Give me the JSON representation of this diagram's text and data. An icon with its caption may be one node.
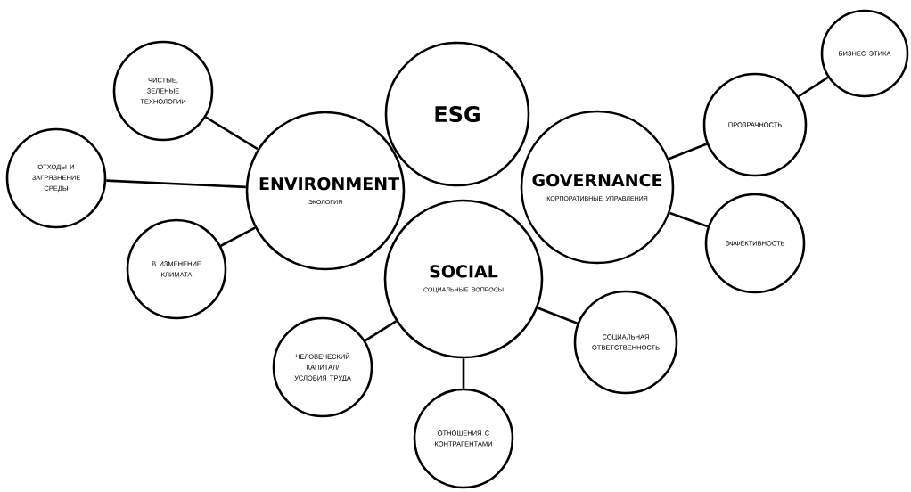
{
  "diagram": {
    "nodes": [
      {
        "text": [
          "ESG"
        ]
      },
      {
        "text": [
          "ЧИСТЫЕ, ЗЕЛЕНЫЕ ТЕХНОЛОГИИ"
        ]
      },
      {
        "text": [
          "ENVIRONMENT",
          "ЭКОЛОГИЯ"
        ]
      },
      {
        "text": [
          "ОТХОДЫ И ЗАГРЯЗНЕНИЕ СРЕДЫ"
        ]
      },
      {
        "text": [
          "GOVERNANCE",
          "КОРПОРАТИВНЫЕ УПРАВЛЕНИЯ"
        ]
      },
      {
        "text": [
          "БИЗНЕС ЭТИКА"
        ]
      },
      {
        "text": [
          "ПРОЗРАЧНОСТЬ"
        ]
      },
      {
        "text": [
          "ЭФФЕКТИВНОСТЬ"
        ]
      },
      {
        "text": [
          "В ИЗМЕНЕНИЕ КЛИМАТА"
        ]
      },
      {
        "text": [
          "SOCIAL",
          "СОЦИАЛЬНЫЕ ВОПРОСЫ"
        ]
      },
      {
        "text": [
          "СОЦИАЛЬНАЯ ОТВЕТСТВЕННОСТЬ"
        ]
      },
      {
        "text": [
          "ЧЕЛОВЕЧЕСКИЙ КАПИТАЛ/ УСЛОВИЯ ТРУДА"
        ]
      },
      {
        "text": [
          "ОТНОШЕНИЯ С КОНТРАГЕНТАМИ"
        ]
      }
    ],
    "edges": [
      {
        "from": 2,
        "to": 1,
        "arrow": "none"
      },
      {
        "from": 2,
        "to": 3,
        "arrow": "none"
      },
      {
        "from": 2,
        "to": 8,
        "arrow": "none"
      },
      {
        "from": 4,
        "to": 6,
        "arrow": "none"
      },
      {
        "from": 6,
        "to": 5,
        "arrow": "none"
      },
      {
        "from": 4,
        "to": 7,
        "arrow": "none"
      },
      {
        "from": 9,
        "to": 11,
        "arrow": "none"
      },
      {
        "from": 9,
        "to": 12,
        "arrow": "none"
      },
      {
        "from": 9,
        "to": 10,
        "arrow": "none"
      }
    ]
  }
}
